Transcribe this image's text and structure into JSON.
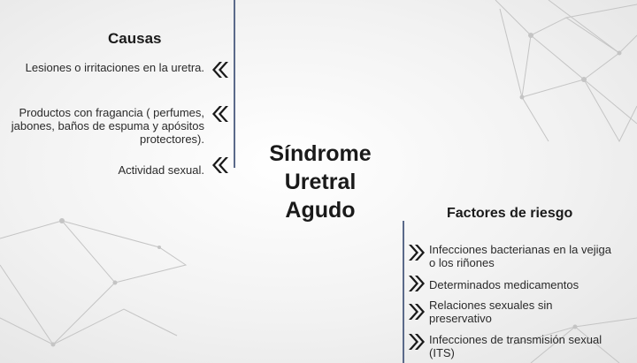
{
  "causes": {
    "heading": "Causas",
    "items": [
      {
        "lines": [
          "Lesiones o irritaciones en la uretra."
        ]
      },
      {
        "lines": [
          "Productos con fragancia ( perfumes,",
          "jabones, baños de espuma y apósitos",
          "protectores)."
        ]
      },
      {
        "lines": [
          "Actividad sexual."
        ]
      }
    ]
  },
  "title": {
    "lines": [
      "Síndrome",
      "Uretral",
      "Agudo"
    ]
  },
  "risk_factors": {
    "heading": "Factores de riesgo",
    "items": [
      {
        "lines": [
          "Infecciones bacterianas en la vejiga",
          "o los riñones"
        ]
      },
      {
        "lines": [
          "Determinados medicamentos"
        ]
      },
      {
        "lines": [
          "Relaciones sexuales sin",
          "preservativo"
        ]
      },
      {
        "lines": [
          "Infecciones de transmisión sexual",
          "(ITS)"
        ]
      }
    ]
  },
  "icons": {
    "cause_bullet": "double-chevron-left-icon",
    "risk_bullet": "double-chevron-right-icon"
  },
  "colors": {
    "divider": "#5b6a8a",
    "bullet": "#1a1a1a",
    "text": "#2a2a2a"
  }
}
